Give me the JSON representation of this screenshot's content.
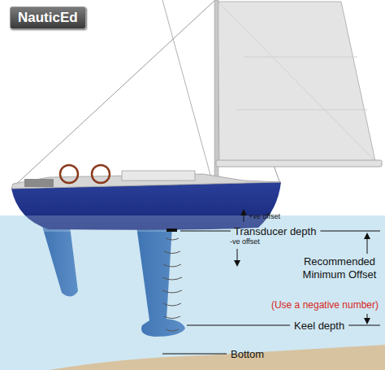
{
  "diagram": {
    "nodes": [
      {
        "text": [
          "NauticEd"
        ]
      }
    ],
    "labels": [
      "+ve offset",
      "Transducer depth",
      "-ve offset",
      "Recommended Minimum Offset",
      "(Use a negative number)",
      "Keel depth",
      "Bottom"
    ]
  }
}
